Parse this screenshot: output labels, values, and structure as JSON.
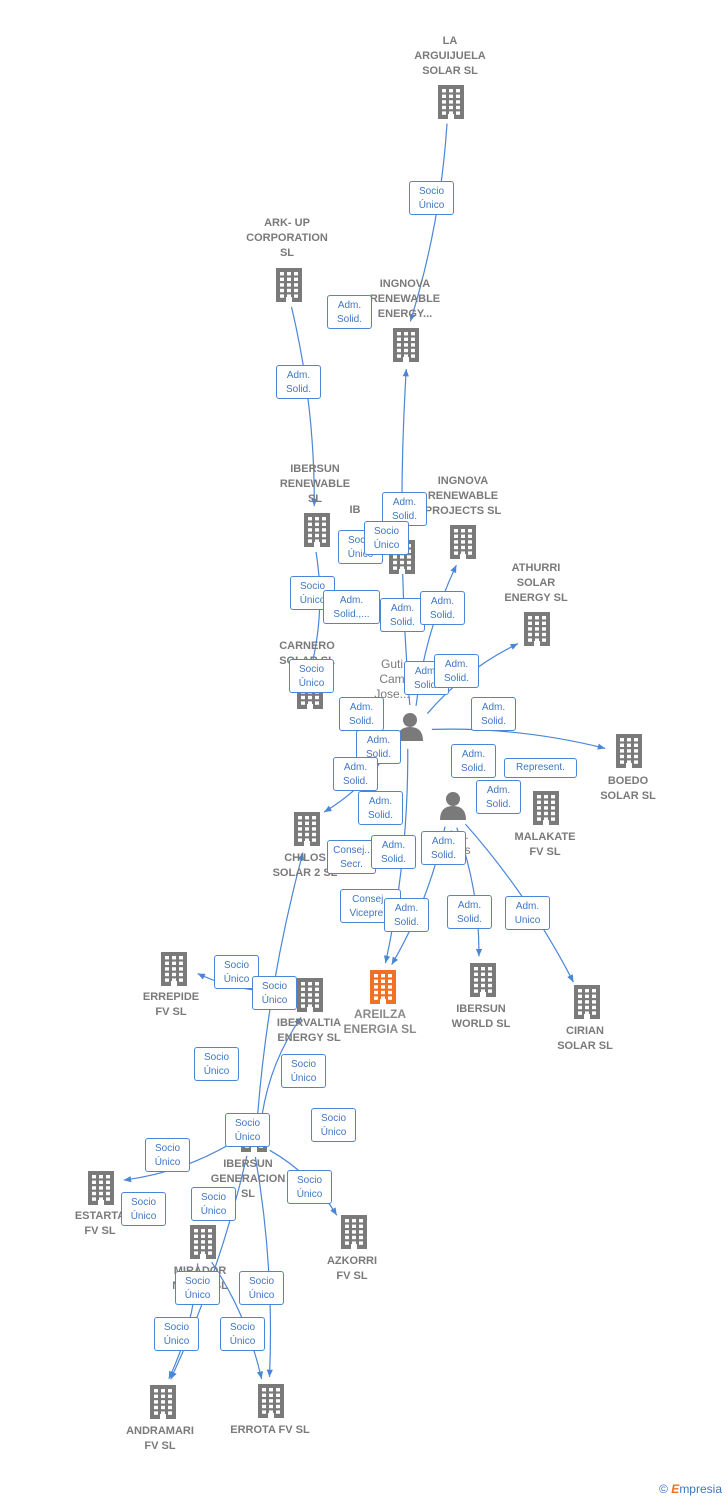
{
  "center_color": "#f36f21",
  "node_color": "#7a7a7a",
  "edge_color": "#4a86d8",
  "nodes": [
    {
      "id": "la_arguijuela",
      "label": "LA\nARGUIJUELA\nSOLAR  SL",
      "kind": "company",
      "icon": "building-icon"
    },
    {
      "id": "ark_up",
      "label": "ARK- UP\nCORPORATION\nSL",
      "kind": "company",
      "icon": "building-icon"
    },
    {
      "id": "ingnova_energy",
      "label": "INGNOVA\nRENEWABLE\nENERGY...",
      "kind": "company",
      "icon": "building-icon"
    },
    {
      "id": "ibersun_renewable",
      "label": "IBERSUN\nRENEWABLE\nSL",
      "kind": "company",
      "icon": "building-icon"
    },
    {
      "id": "ingnova_projects",
      "label": "INGNOVA\nRENEWABLE\nPROJECTS  SL",
      "kind": "company",
      "icon": "building-icon"
    },
    {
      "id": "ib_hidden",
      "label": "IB",
      "kind": "company",
      "icon": "building-icon"
    },
    {
      "id": "athurri",
      "label": "ATHURRI\nSOLAR\nENERGY  SL",
      "kind": "company",
      "icon": "building-icon"
    },
    {
      "id": "carnero",
      "label": "CARNERO\nSOLAR  SL",
      "kind": "company",
      "icon": "building-icon"
    },
    {
      "id": "gutierrez",
      "label": "Guti\nCam\nJose...",
      "kind": "person",
      "icon": "person-icon"
    },
    {
      "id": "boedo",
      "label": "BOEDO\nSOLAR  SL",
      "kind": "company",
      "icon": "building-icon"
    },
    {
      "id": "malakate",
      "label": "MALAKATE\nFV  SL",
      "kind": "company",
      "icon": "building-icon"
    },
    {
      "id": "person2",
      "label": "Ar...\n...uis",
      "kind": "person",
      "icon": "person-icon"
    },
    {
      "id": "chilos",
      "label": "CHILOS\nSOLAR 2  SL",
      "kind": "company",
      "icon": "building-icon"
    },
    {
      "id": "errepide",
      "label": "ERREPIDE\nFV  SL",
      "kind": "company",
      "icon": "building-icon"
    },
    {
      "id": "ibervaltia",
      "label": "IBERVALTIA\nENERGY  SL",
      "kind": "company",
      "icon": "building-icon"
    },
    {
      "id": "areilza",
      "label": "AREILZA\nENERGIA  SL",
      "kind": "center",
      "icon": "building-icon"
    },
    {
      "id": "ibersun_world",
      "label": "IBERSUN\nWORLD  SL",
      "kind": "company",
      "icon": "building-icon"
    },
    {
      "id": "cirian",
      "label": "CIRIAN\nSOLAR  SL",
      "kind": "company",
      "icon": "building-icon"
    },
    {
      "id": "ibersun_generacion",
      "label": "IBERSUN\nGENERACION\nSL",
      "kind": "company",
      "icon": "building-icon"
    },
    {
      "id": "estarta",
      "label": "ESTARTA\nFV  SL",
      "kind": "company",
      "icon": "building-icon"
    },
    {
      "id": "mirador",
      "label": "MIRADOR\nNORTE  SL",
      "kind": "company",
      "icon": "building-icon"
    },
    {
      "id": "azkorri",
      "label": "AZKORRI\nFV  SL",
      "kind": "company",
      "icon": "building-icon"
    },
    {
      "id": "andramari",
      "label": "ANDRAMARI\nFV  SL",
      "kind": "company",
      "icon": "building-icon"
    },
    {
      "id": "errota",
      "label": "ERROTA FV  SL",
      "kind": "company",
      "icon": "building-icon"
    }
  ],
  "relations": [
    {
      "id": "r1",
      "label": "Socio\nÚnico"
    },
    {
      "id": "r2",
      "label": "Adm.\nSolid."
    },
    {
      "id": "r3",
      "label": "Adm.\nSolid."
    },
    {
      "id": "r4",
      "label": "Adm.\nSolid."
    },
    {
      "id": "r5",
      "label": "Socio\nÚnico"
    },
    {
      "id": "r6",
      "label": "Socio\nÚnico"
    },
    {
      "id": "r7",
      "label": "Socio\nÚnico"
    },
    {
      "id": "r8",
      "label": "Adm.\nSolid.,..."
    },
    {
      "id": "r9",
      "label": "Adm.\nSolid."
    },
    {
      "id": "r10",
      "label": "Adm.\nSolid."
    },
    {
      "id": "r11",
      "label": "Socio\nÚnico"
    },
    {
      "id": "r12",
      "label": "Adm.\nSolid."
    },
    {
      "id": "r13",
      "label": "Adm.\nSolid."
    },
    {
      "id": "r14",
      "label": "Adm.\nSolid."
    },
    {
      "id": "r15",
      "label": "Adm.\nSolid."
    },
    {
      "id": "r16",
      "label": "Adm.\nSolid."
    },
    {
      "id": "r17",
      "label": "Adm.\nSolid."
    },
    {
      "id": "r18",
      "label": "Adm.\nSolid."
    },
    {
      "id": "r19",
      "label": "Represent."
    },
    {
      "id": "r20",
      "label": "Adm.\nSolid."
    },
    {
      "id": "r21",
      "label": "Adm.\nSolid."
    },
    {
      "id": "r22",
      "label": "Consej..\nSecr."
    },
    {
      "id": "r23",
      "label": "Adm.\nSolid."
    },
    {
      "id": "r24",
      "label": "Adm.\nSolid."
    },
    {
      "id": "r25",
      "label": "Consej..\nVicepre..."
    },
    {
      "id": "r26",
      "label": "Adm.\nSolid."
    },
    {
      "id": "r27",
      "label": "Adm.\nSolid."
    },
    {
      "id": "r28",
      "label": "Adm.\nUnico"
    },
    {
      "id": "r29",
      "label": "Socio\nÚnico"
    },
    {
      "id": "r30",
      "label": "Socio\nÚnico"
    },
    {
      "id": "r31",
      "label": "Socio\nÚnico"
    },
    {
      "id": "r32",
      "label": "Socio\nÚnico"
    },
    {
      "id": "r33",
      "label": "Socio\nÚnico"
    },
    {
      "id": "r34",
      "label": "Socio\nÚnico"
    },
    {
      "id": "r35",
      "label": "Socio\nÚnico"
    },
    {
      "id": "r36",
      "label": "Socio\nÚnico"
    },
    {
      "id": "r37",
      "label": "Socio\nÚnico"
    },
    {
      "id": "r38",
      "label": "Socio\nÚnico"
    },
    {
      "id": "r39",
      "label": "Socio\nÚnico"
    },
    {
      "id": "r40",
      "label": "Socio\nÚnico"
    },
    {
      "id": "r41",
      "label": "Socio\nÚnico"
    },
    {
      "id": "r42",
      "label": "Socio\nÚnico"
    }
  ],
  "edges": [
    [
      "la_arguijuela",
      "ingnova_energy"
    ],
    [
      "ark_up",
      "ibersun_renewable"
    ],
    [
      "gutierrez",
      "ingnova_energy"
    ],
    [
      "ibersun_renewable",
      "carnero"
    ],
    [
      "gutierrez",
      "ingnova_projects"
    ],
    [
      "gutierrez",
      "athurri"
    ],
    [
      "gutierrez",
      "boedo"
    ],
    [
      "gutierrez",
      "chilos"
    ],
    [
      "gutierrez",
      "areilza"
    ],
    [
      "person2",
      "ibersun_world"
    ],
    [
      "person2",
      "cirian"
    ],
    [
      "person2",
      "areilza"
    ],
    [
      "ibervaltia",
      "errepide"
    ],
    [
      "ibersun_generacion",
      "chilos"
    ],
    [
      "ibersun_generacion",
      "ibervaltia"
    ],
    [
      "ibersun_generacion",
      "estarta"
    ],
    [
      "ibersun_generacion",
      "azkorri"
    ],
    [
      "ibersun_generacion",
      "andramari"
    ],
    [
      "ibersun_generacion",
      "errota"
    ],
    [
      "mirador",
      "andramari"
    ],
    [
      "mirador",
      "errota"
    ]
  ],
  "footer": {
    "copyright": "©",
    "brand_first": "E",
    "brand_rest": "mpresia"
  }
}
